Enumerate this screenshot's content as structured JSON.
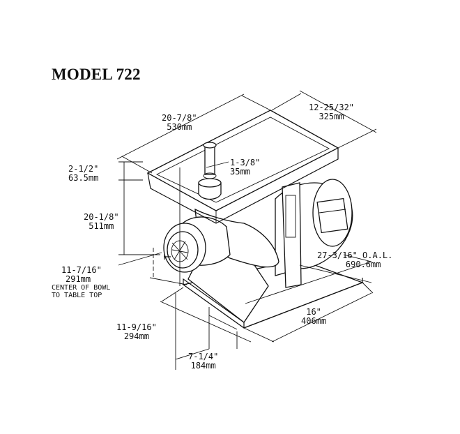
{
  "title": "MODEL 722",
  "dimensions": {
    "width": {
      "imperial": "20-7/8\"",
      "metric": "530mm"
    },
    "depth": {
      "imperial": "12-25/32\"",
      "metric": "325mm"
    },
    "pan_height": {
      "imperial": "2-1/2\"",
      "metric": "63.5mm"
    },
    "stomper": {
      "imperial": "1-3/8\"",
      "metric": "35mm"
    },
    "height": {
      "imperial": "20-1/8\"",
      "metric": "511mm"
    },
    "overall_length": {
      "imperial": "27-3/16\" O.A.L.",
      "metric": "690.6mm"
    },
    "bowl_center": {
      "imperial": "11-7/16\"",
      "metric": "291mm",
      "note_line1": "CENTER OF BOWL",
      "note_line2": "TO TABLE TOP"
    },
    "base_width": {
      "imperial": "16\"",
      "metric": "406mm"
    },
    "base_offset": {
      "imperial": "11-9/16\"",
      "metric": "294mm"
    },
    "foot_width": {
      "imperial": "7-1/4\"",
      "metric": "184mm"
    }
  }
}
